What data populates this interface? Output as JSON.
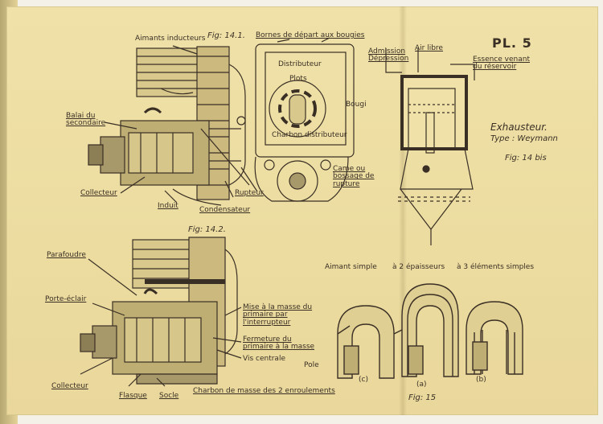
{
  "plate": {
    "number": "PL. 5"
  },
  "fig14_1": {
    "label": "Fig: 14.1.",
    "top": "Bornes de départ aux bougies",
    "aimants": "Aimants inducteurs",
    "balai": "Balai du secondaire",
    "collecteur": "Collecteur",
    "induit": "Induit",
    "condensateur": "Condensateur",
    "rupteur": "Rupteur",
    "distributeur": "Distributeur",
    "plots": "Plots",
    "bougi": "Bougi",
    "charbon": "Charbon distributeur",
    "came": "Came ou bossage de rupture"
  },
  "fig14_2": {
    "label": "Fig: 14.2.",
    "parafoudre": "Parafoudre",
    "porte": "Porte-éclair",
    "collecteur": "Collecteur",
    "flasque": "Flasque",
    "socle": "Socle",
    "mise_masse": "Mise à la masse du primaire par l'interrupteur",
    "fermeture": "Fermeture du primaire à la masse",
    "vis": "Vis centrale",
    "charbon_masse": "Charbon de masse des 2 enroulements"
  },
  "fig14bis": {
    "admission": "Admission Dépression",
    "air": "Air libre",
    "essence": "Essence venant du réservoir",
    "title": "Exhausteur.",
    "type": "Type : Weymann",
    "label": "Fig: 14 bis"
  },
  "fig15": {
    "label": "Fig: 15",
    "caption_a": "Aimant simple",
    "caption_b": "à 2 épaisseurs",
    "caption_c": "à 3 éléments simples",
    "pole": "Pole",
    "a": "(a)",
    "b": "(b)",
    "c": "(c)"
  },
  "colors": {
    "paper": "#ecdca0",
    "ink": "#3a2f25"
  }
}
